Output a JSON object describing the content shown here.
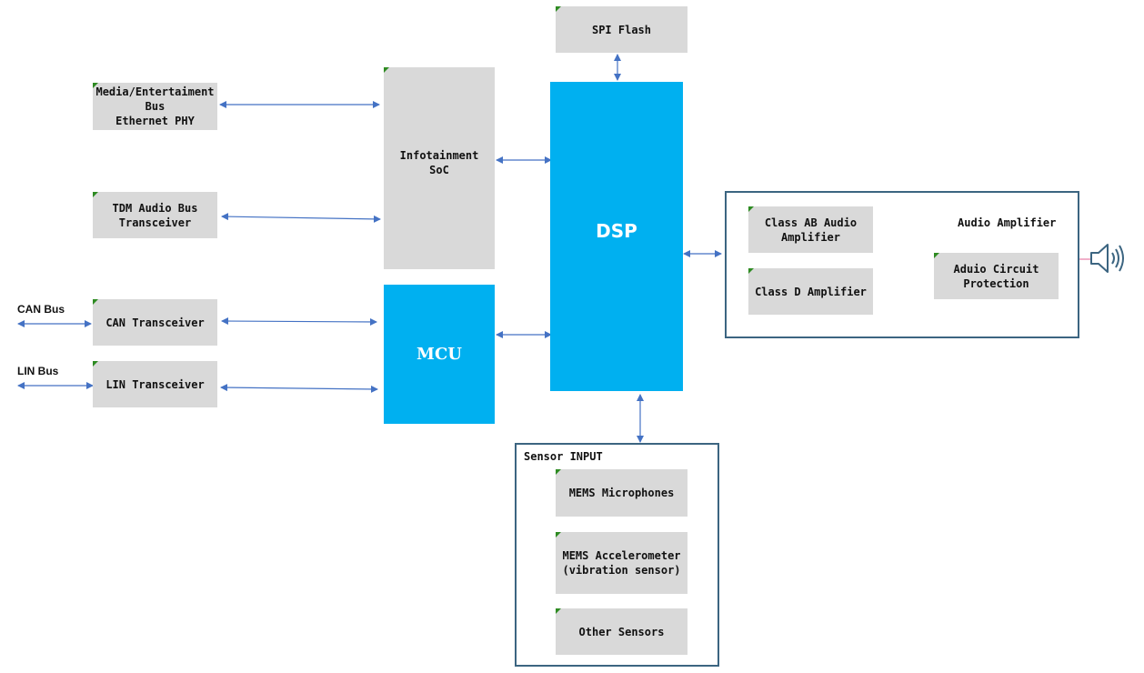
{
  "diagram": {
    "spi_flash": "SPI Flash",
    "media_bus": "Media/Entertaiment\nBus\nEthernet PHY",
    "infotainment_soc": "Infotainment\nSoC",
    "dsp": "DSP",
    "tdm_audio_bus": "TDM Audio Bus\nTransceiver",
    "mcu": "MCU",
    "can_bus_label": "CAN Bus",
    "can_transceiver": "CAN Transceiver",
    "lin_bus_label": "LIN Bus",
    "lin_transceiver": "LIN Transceiver",
    "audio_amplifier": {
      "title": "Audio Amplifier",
      "class_ab": "Class AB Audio\nAmplifier",
      "class_d": "Class D Amplifier",
      "protection": "Aduio Circuit\nProtection"
    },
    "sensor_input": {
      "title": "Sensor INPUT",
      "mems_mic": "MEMS Microphones",
      "mems_accel": "MEMS Accelerometer\n(vibration sensor)",
      "other": "Other Sensors"
    },
    "colors": {
      "blue_block": "#00b0f0",
      "gray_block": "#d9d9d9",
      "arrow": "#4472c4",
      "group_border": "#3c6581"
    },
    "icons": {
      "speaker": "speaker-icon"
    }
  }
}
